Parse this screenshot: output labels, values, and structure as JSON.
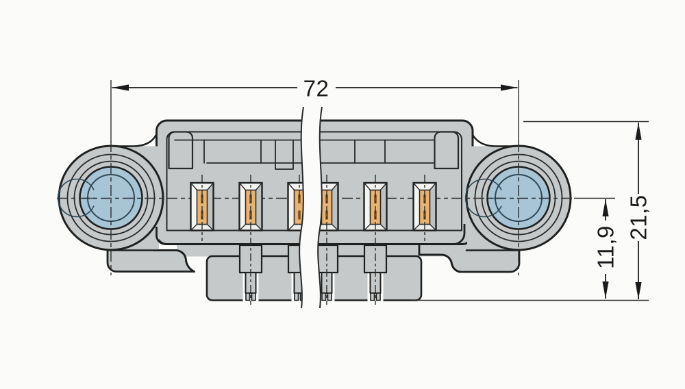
{
  "drawing": {
    "type": "technical-dimension-drawing",
    "subject": "multi-pole male header connector, front view with break (shortened) section",
    "dimensions": {
      "width": "72",
      "height_total": "21,5",
      "height_partial": "11,9"
    },
    "pins_visible": 6,
    "mounting_ears": 2,
    "colors": {
      "background": "#fbfbfa",
      "body_gray": "#c6c9c9",
      "outline": "#1f2121",
      "bushing_blue": "#a8c5d6",
      "bushing_inner_ring": "#2e4956",
      "contact_orange": "#e9b472",
      "contact_slot_brown": "#7d4e1d",
      "recess_highlight": "#f4f4f1"
    }
  }
}
